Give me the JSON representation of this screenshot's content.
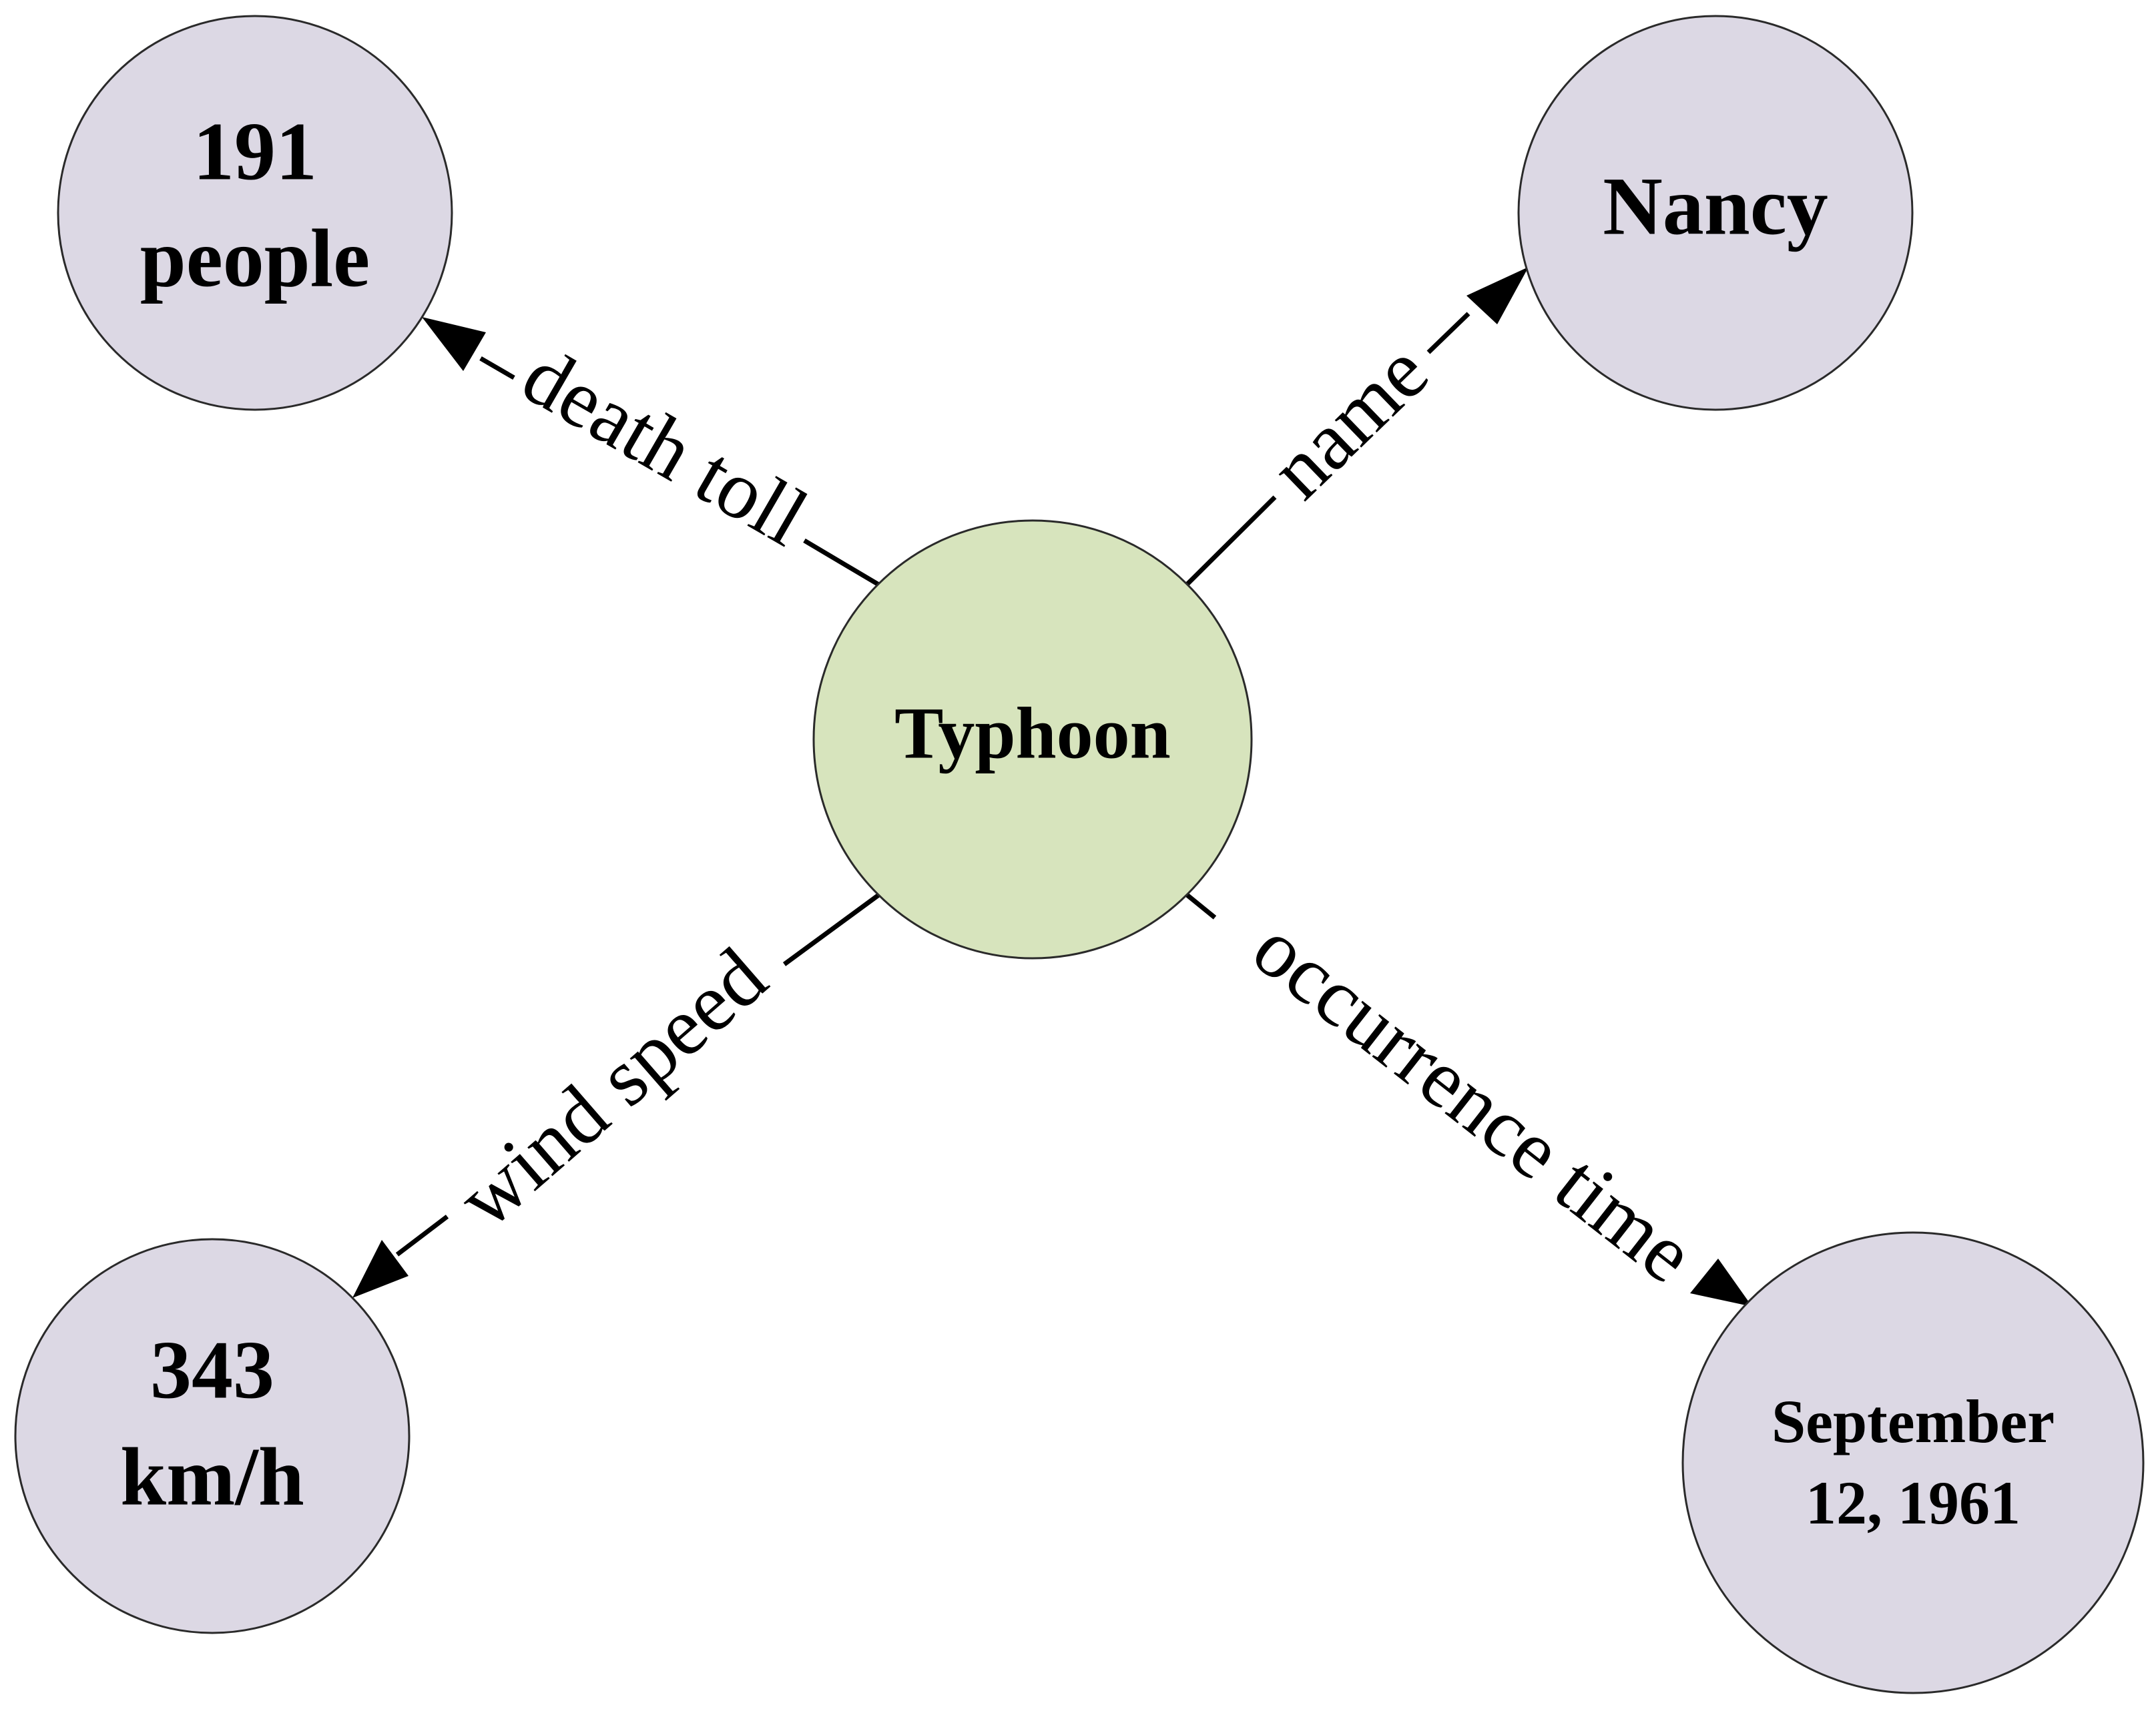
{
  "diagram": {
    "center": {
      "label": "Typhoon",
      "fill": "#d7e4bd"
    },
    "nodes": {
      "death_toll": {
        "line1": "191",
        "line2": "people"
      },
      "name": {
        "line1": "Nancy"
      },
      "wind_speed": {
        "line1": "343",
        "line2": "km/h"
      },
      "occurrence_time": {
        "line1": "September",
        "line2": "12, 1961"
      }
    },
    "node_fill": "#dcd8e4",
    "edges": {
      "death_toll": "death toll",
      "name": "name",
      "wind_speed": "wind speed",
      "occurrence_time": "occurrence time"
    }
  }
}
